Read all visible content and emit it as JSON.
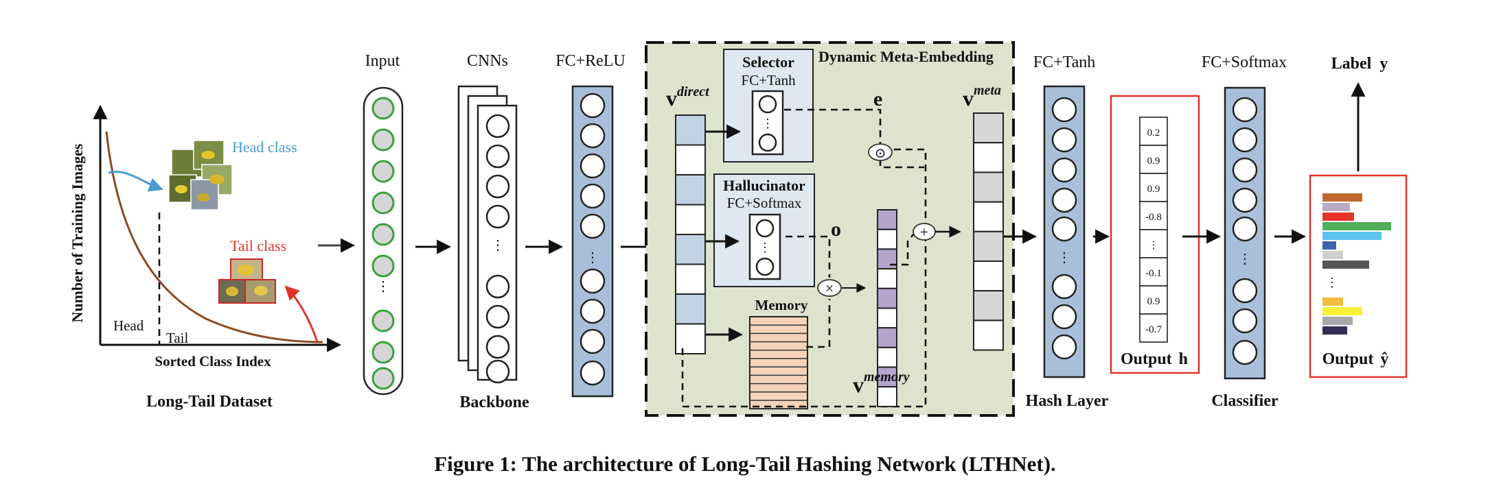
{
  "dataset": {
    "ylabel": "Number of Training Images",
    "xlabel": "Sorted Class Index",
    "head": "Head",
    "tail": "Tail",
    "head_class": "Head class",
    "tail_class": "Tail class",
    "caption": "Long-Tail Dataset",
    "colors": {
      "curve": "#8b4a1f",
      "head_arrow": "#4a9ad4",
      "tail_arrow": "#e0342a"
    }
  },
  "input": {
    "title": "Input"
  },
  "backbone": {
    "title": "CNNs",
    "caption": "Backbone"
  },
  "fc_relu": {
    "title": "FC+ReLU"
  },
  "dme": {
    "title": "Dynamic Meta-Embedding",
    "v_direct": "v",
    "v_direct_sup": "direct",
    "selector_title": "Selector",
    "selector_sub": "FC+Tanh",
    "halluc_title": "Hallucinator",
    "halluc_sub": "FC+Softmax",
    "memory": "Memory",
    "e": "e",
    "o": "o",
    "v_memory": "v",
    "v_memory_sup": "memory",
    "v_meta": "v",
    "v_meta_sup": "meta",
    "op_dot": "⊙",
    "op_times": "×",
    "op_plus": "+",
    "colors": {
      "bg": "#dde3cc",
      "module": "#dfe7f1",
      "memory": "#f6d3b8",
      "purple": "#b3a5cc",
      "blue": "#c1d2e4",
      "grey": "#d6d6d6"
    }
  },
  "hash": {
    "title": "FC+Tanh",
    "caption": "Hash Layer",
    "output_label": "Output",
    "output_var": "h",
    "values": [
      "0.2",
      "0.9",
      "0.9",
      "-0.8",
      "⋮",
      "-0.1",
      "0.9",
      "-0.7"
    ]
  },
  "classifier": {
    "title": "FC+Softmax",
    "caption": "Classifier"
  },
  "output": {
    "label_text": "Label",
    "label_var": "y",
    "output_label": "Output",
    "output_var": "ŷ",
    "dots": "⋮",
    "bars": [
      {
        "color": "#c0692f",
        "value": 0.58
      },
      {
        "color": "#b9aac6",
        "value": 0.4
      },
      {
        "color": "#e8332a",
        "value": 0.46
      },
      {
        "color": "#4fae57",
        "value": 1.0
      },
      {
        "color": "#5cc2ef",
        "value": 0.86
      },
      {
        "color": "#4060a8",
        "value": 0.2
      },
      {
        "color": "#cfcfcf",
        "value": 0.3
      },
      {
        "color": "#555555",
        "value": 0.68
      },
      {
        "color": "#f1bd3c",
        "value": 0.3
      },
      {
        "color": "#f7f13a",
        "value": 0.58
      },
      {
        "color": "#a8a8a8",
        "value": 0.44
      },
      {
        "color": "#352f55",
        "value": 0.36
      }
    ]
  },
  "ellipsis": "⋮",
  "figure": {
    "caption": "Figure 1: The architecture of Long-Tail Hashing Network (LTHNet)."
  }
}
